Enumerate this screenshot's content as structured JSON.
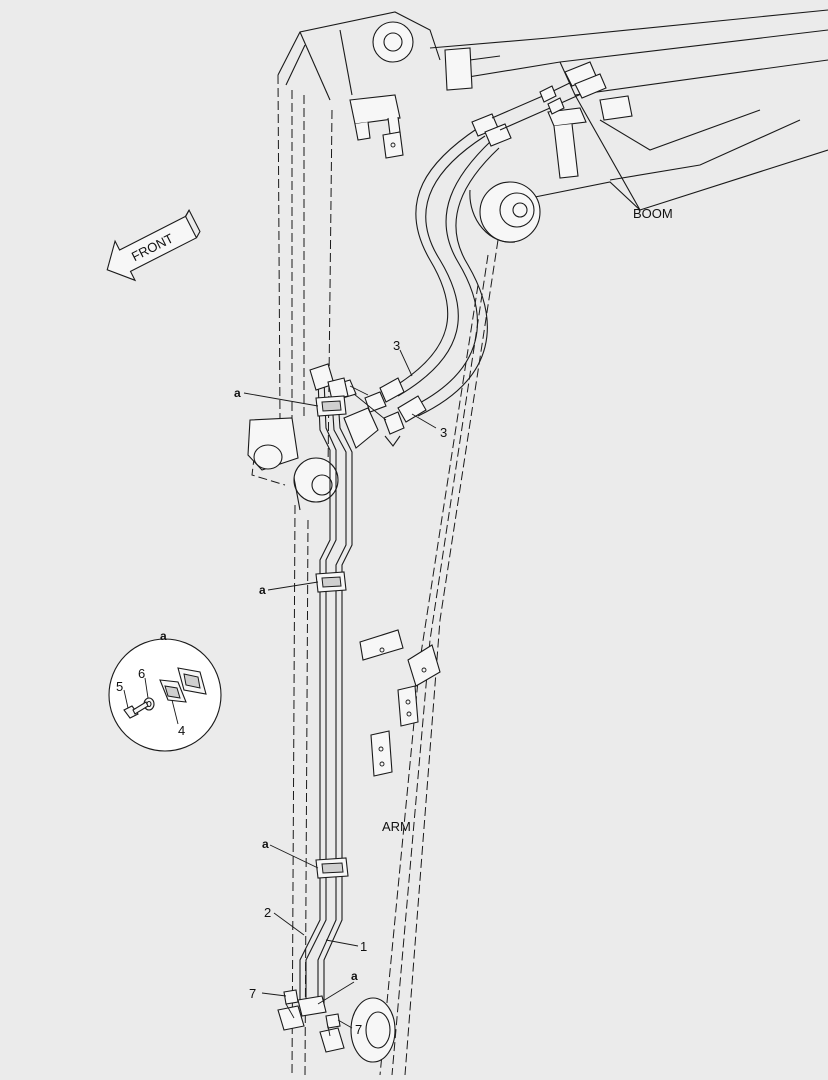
{
  "direction": {
    "label": "FRONT"
  },
  "areas": {
    "boom": "BOOM",
    "arm": "ARM"
  },
  "callouts": {
    "hose_upper": "3",
    "hose_lower": "3",
    "pipe_1": "1",
    "pipe_2": "2",
    "plug_left": "7",
    "plug_right": "7",
    "clamp_ref": "a"
  },
  "detail": {
    "title": "a",
    "bolt": "5",
    "washer": "6",
    "clamp": "4"
  }
}
